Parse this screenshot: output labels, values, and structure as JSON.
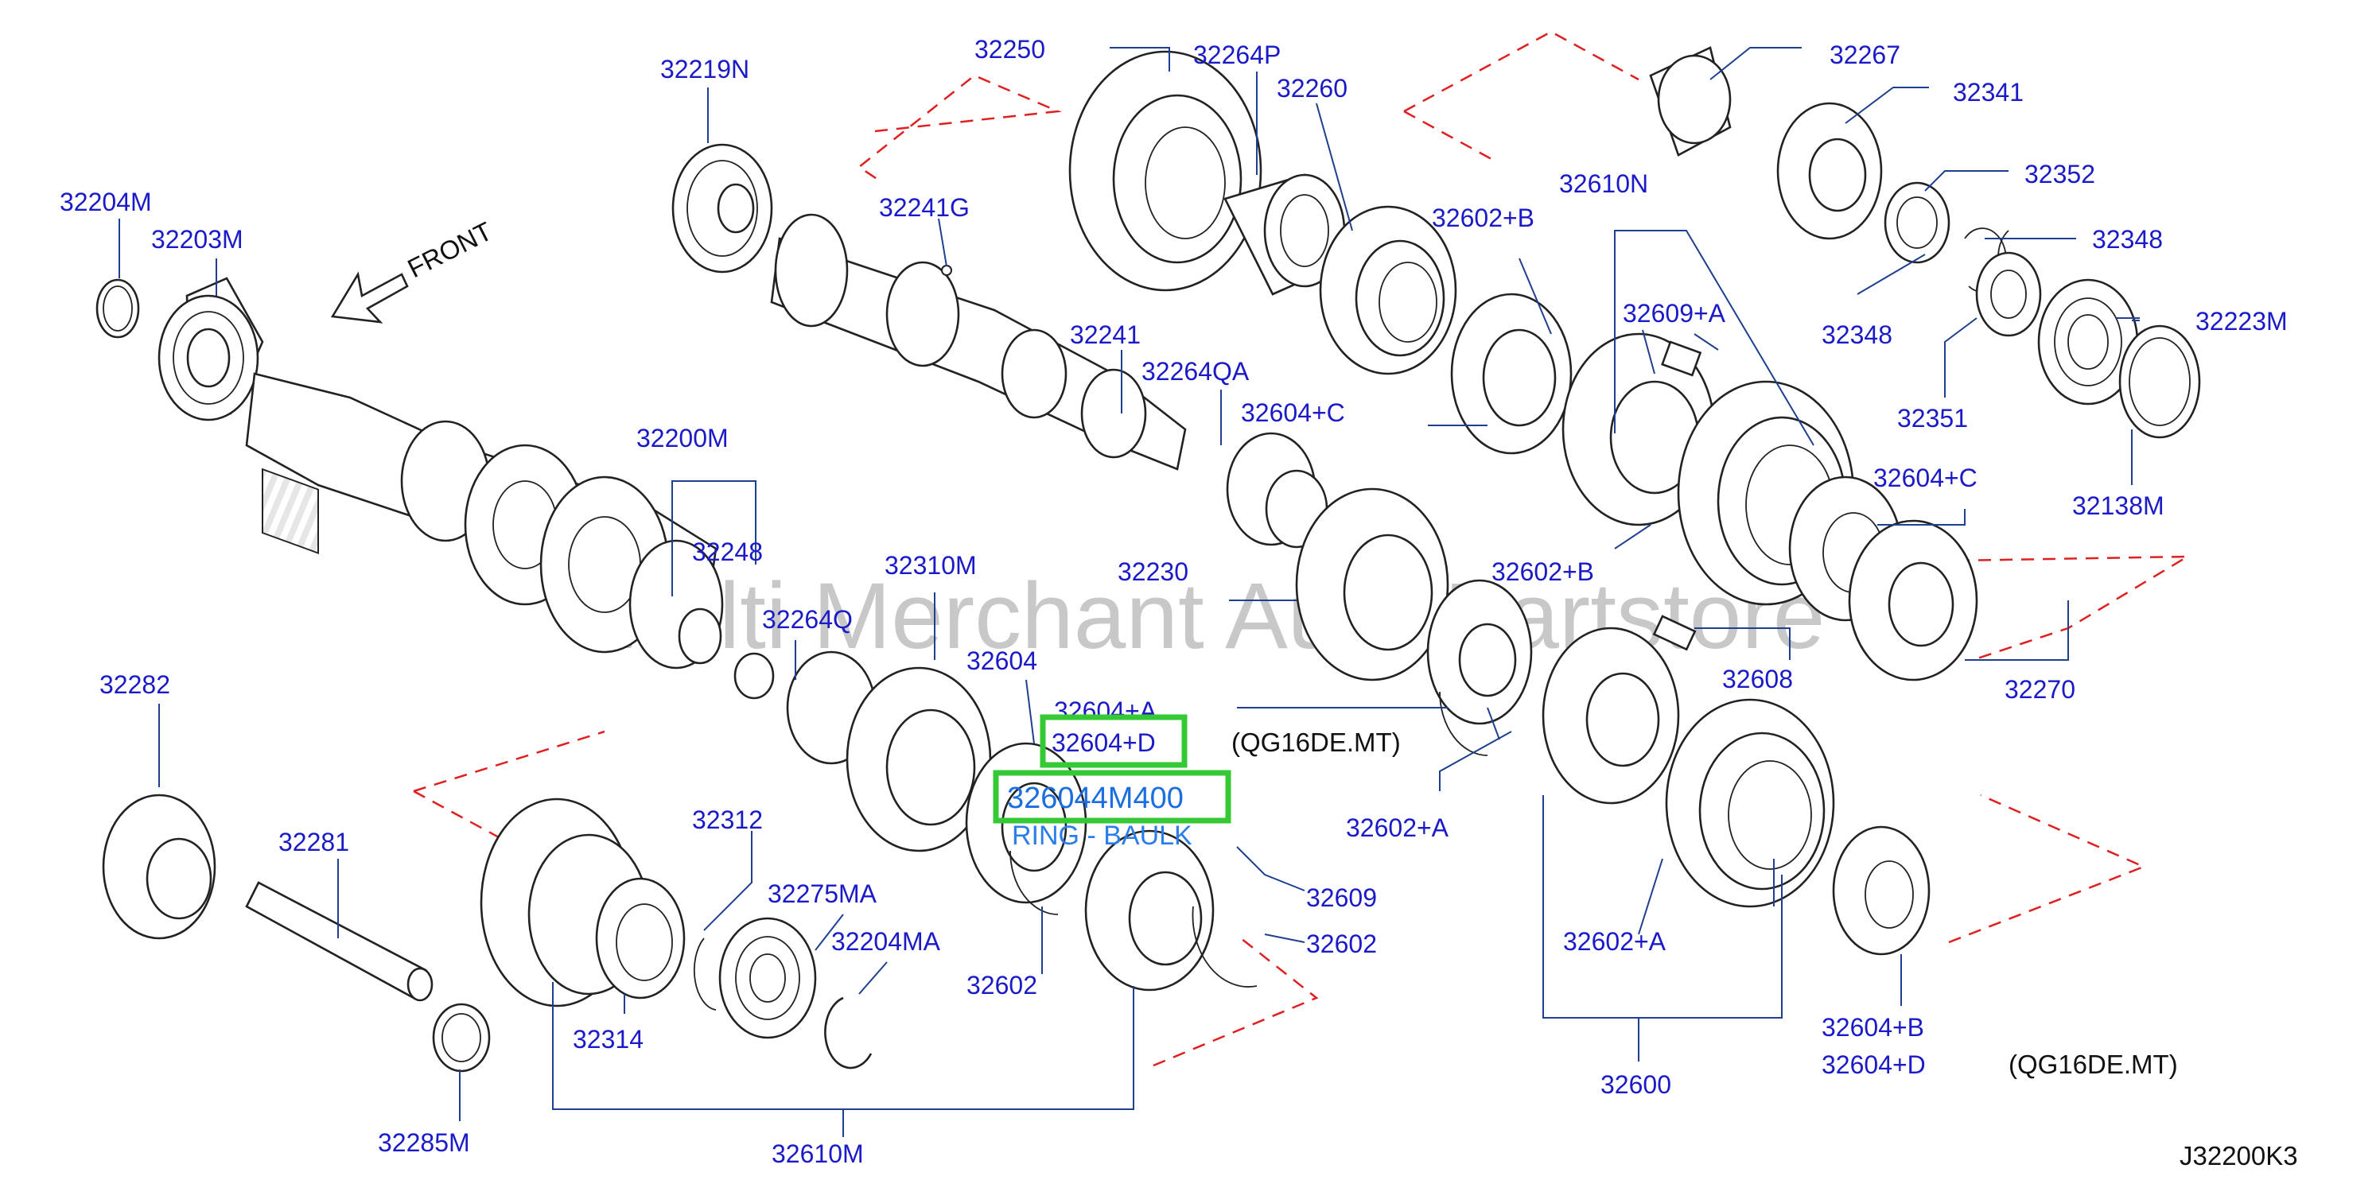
{
  "diagram": {
    "front_label": "FRONT",
    "watermark": "Multi Merchant Auto Partstore",
    "diagram_code": "J32200K3",
    "highlight_part": "32604+D",
    "highlight_part_number": "326044M400",
    "highlight_part_name": "RING - BAULK",
    "notes": {
      "qg_a": "(QG16DE.MT)",
      "qg_b": "(QG16DE.MT)"
    },
    "callouts": {
      "c32204M": "32204M",
      "c32203M": "32203M",
      "c32219N": "32219N",
      "c32250": "32250",
      "c32264P": "32264P",
      "c32260": "32260",
      "c32241G": "32241G",
      "c32241": "32241",
      "c32264QA": "32264QA",
      "c32604C_a": "32604+C",
      "c32267": "32267",
      "c32341": "32341",
      "c32352": "32352",
      "c32348_a": "32348",
      "c32348_b": "32348",
      "c32610N": "32610N",
      "c32602B_a": "32602+B",
      "c32609A": "32609+A",
      "c32223M": "32223M",
      "c32351": "32351",
      "c32604C_b": "32604+C",
      "c32138M": "32138M",
      "c32200M": "32200M",
      "c32248": "32248",
      "c32310M": "32310M",
      "c32230": "32230",
      "c32602B_b": "32602+B",
      "c32264Q": "32264Q",
      "c32604": "32604",
      "c32604A": "32604+A",
      "c32608": "32608",
      "c32270": "32270",
      "c32282": "32282",
      "c32312": "32312",
      "c32281": "32281",
      "c32275MA": "32275MA",
      "c32204MA": "32204MA",
      "c32609": "32609",
      "c32602_a": "32602",
      "c32602_b": "32602",
      "c32602A_a": "32602+A",
      "c32602A_b": "32602+A",
      "c32314": "32314",
      "c32285M": "32285M",
      "c32610M": "32610M",
      "c32604B": "32604+B",
      "c32604D": "32604+D",
      "c32600": "32600"
    }
  }
}
